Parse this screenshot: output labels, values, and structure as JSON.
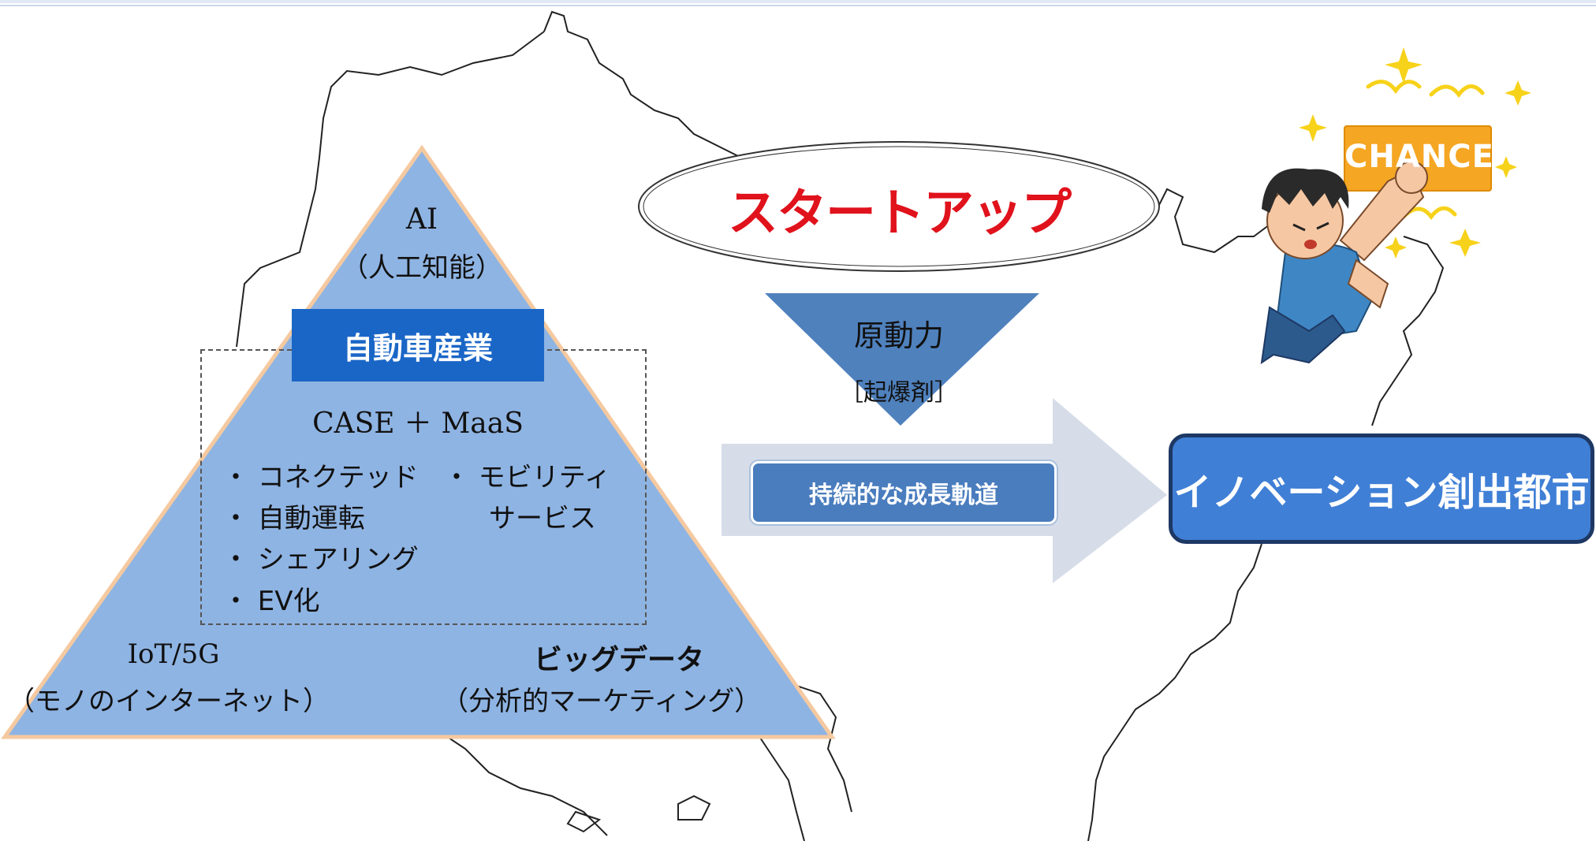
{
  "pyramid": {
    "ai_title": "AI",
    "ai_sub": "（人工知能）",
    "industry": "自動車産業",
    "case_maas": "CASE ＋ MaaS",
    "case_items": [
      "・ コネクテッド",
      "・ 自動運転",
      "・ シェアリング",
      "・ EV化"
    ],
    "maas_items": [
      "・ モビリティ",
      "サービス"
    ],
    "iot_title": "IoT/5G",
    "iot_sub": "（モノのインターネット）",
    "bigdata_title": "ビッグデータ",
    "bigdata_sub": "（分析的マーケティング）"
  },
  "startup": "スタートアップ",
  "driving_force": "原動力",
  "detonator": "［起爆剤］",
  "growth_path": "持続的な成長軌道",
  "innovation_city": "イノベーション創出都市",
  "chance_sign": "CHANCE",
  "colors": {
    "pyramid_fill": "#8eb4e3",
    "pyramid_stroke": "#f5c9a0",
    "industry_box": "#1a66c7",
    "startup_text": "#e0121c",
    "down_triangle": "#4f81bd",
    "arrow": "#d6dde9",
    "pill": "#4a7dbe",
    "innovation_box": "#3f7fd6",
    "innovation_border": "#1e3864"
  }
}
